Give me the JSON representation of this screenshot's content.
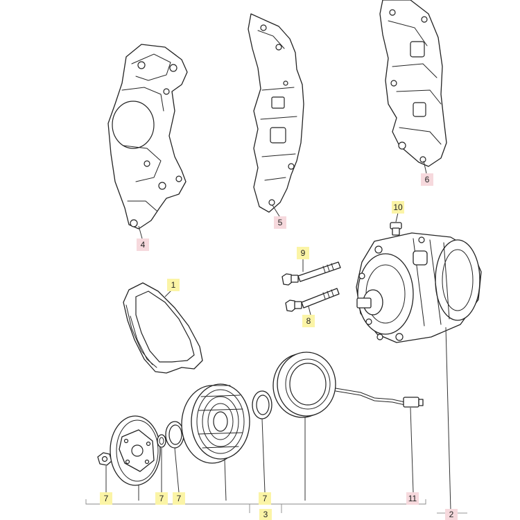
{
  "colors": {
    "highlight": "#fbf4a6",
    "discontinued": "#f6d9dd",
    "line": "#222222"
  },
  "callouts": [
    {
      "id": "c4",
      "label": "4",
      "style": "dis"
    },
    {
      "id": "c5",
      "label": "5",
      "style": "dis"
    },
    {
      "id": "c6",
      "label": "6",
      "style": "dis"
    },
    {
      "id": "c10",
      "label": "10",
      "style": "hl"
    },
    {
      "id": "c9",
      "label": "9",
      "style": "hl"
    },
    {
      "id": "c8",
      "label": "8",
      "style": "hl"
    },
    {
      "id": "c1",
      "label": "1",
      "style": "hl"
    },
    {
      "id": "c7a",
      "label": "7",
      "style": "hl"
    },
    {
      "id": "c7b",
      "label": "7",
      "style": "hl"
    },
    {
      "id": "c7c",
      "label": "7",
      "style": "hl"
    },
    {
      "id": "c7d",
      "label": "7",
      "style": "hl"
    },
    {
      "id": "c11",
      "label": "11",
      "style": "dis"
    },
    {
      "id": "c3",
      "label": "3",
      "style": "hl"
    },
    {
      "id": "c2",
      "label": "2",
      "style": "dis"
    }
  ]
}
